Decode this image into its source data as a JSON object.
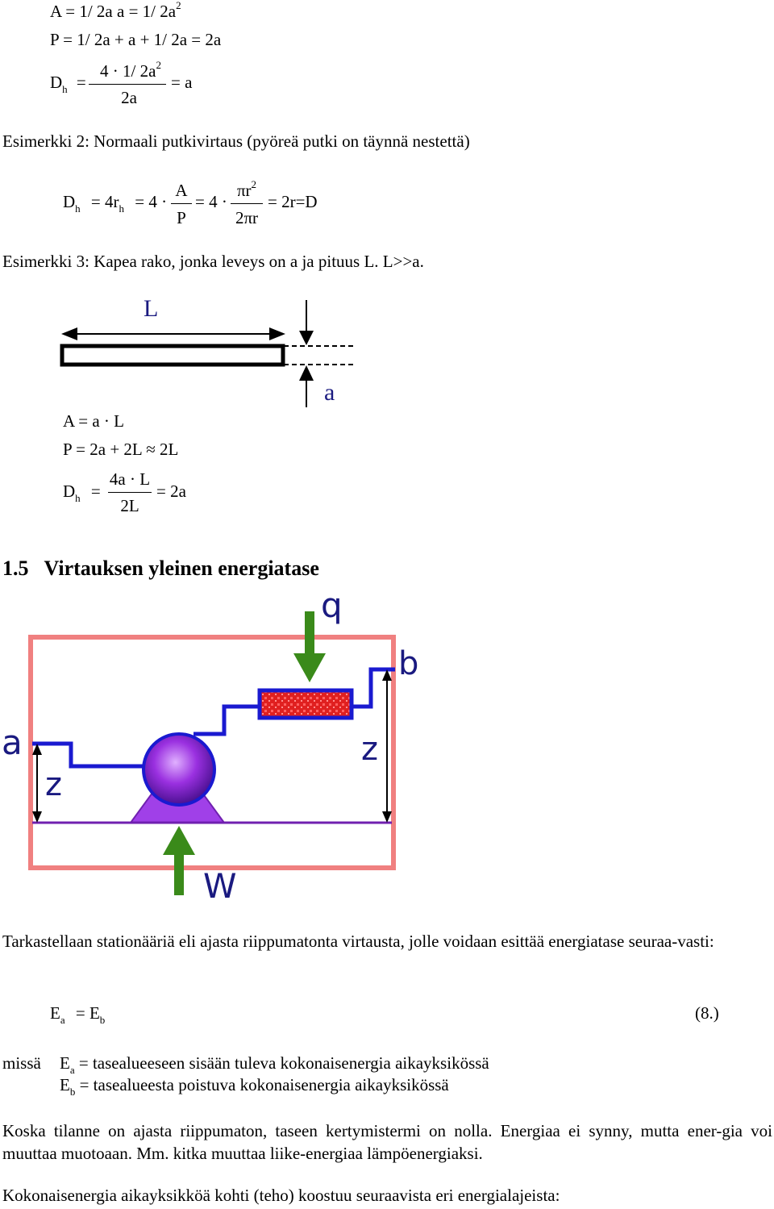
{
  "eq_top": {
    "line1": "A = 1/ 2a  a = 1/ 2a",
    "line1_sup": "2",
    "line2": "P = 1/ 2a + a + 1/ 2a = 2a",
    "dh_label": "D",
    "dh_sub": "h",
    "dh_eq": "=",
    "dh_num": "4 · 1/ 2a",
    "dh_num_sup": "2",
    "dh_den": "2a",
    "dh_res": "= a"
  },
  "example2": {
    "text": "Esimerkki 2: Normaali putkivirtaus (pyöreä putki on täynnä nestettä)",
    "d": "D",
    "d_sub": "h",
    "part1": "= 4r",
    "part1_sub": "h",
    "part2": "= 4 ·",
    "frac1_num": "A",
    "frac1_den": "P",
    "part3": "= 4 ·",
    "frac2_num": "πr",
    "frac2_num_sup": "2",
    "frac2_den": "2πr",
    "result": "= 2r=D"
  },
  "example3": {
    "text": "Esimerkki 3: Kapea rako, jonka leveys on a ja pituus L. L>>a.",
    "label_L": "L",
    "label_a": "a",
    "eq_A": "A = a · L",
    "eq_P": "P = 2a + 2L ≈ 2L",
    "d": "D",
    "d_sub": "h",
    "d_eq": "=",
    "d_num": "4a · L",
    "d_den": "2L",
    "d_res": "= 2a"
  },
  "section": {
    "heading": "1.5   Virtauksen yleinen energiatase"
  },
  "diagram": {
    "label_q": "q",
    "label_b": "b",
    "label_a": "a",
    "label_z_left": "z",
    "label_z_right": "z",
    "label_w": "W"
  },
  "body": {
    "para1": "Tarkastellaan stationääriä eli ajasta riippumatonta virtausta, jolle voidaan esittää energiatase seuraa-vasti:",
    "eq_Ea": "E",
    "eq_Ea_sub": "a",
    "eq_mid": "= E",
    "eq_Eb_sub": "b",
    "eq_num": "(8.)",
    "missa": "missä",
    "def_a_e": "E",
    "def_a_sub": "a",
    "def_a_text": " = tasealueeseen sisään tuleva kokonaisenergia aikayksikössä",
    "def_b_e": "E",
    "def_b_sub": "b",
    "def_b_text": " = tasealueesta poistuva kokonaisenergia aikayksikössä",
    "para2": "Koska tilanne on ajasta riippumaton, taseen kertymistermi on nolla. Energiaa ei synny, mutta ener-gia voi muuttaa muotoaan. Mm. kitka muuttaa liike-energiaa lämpöenergiaksi.",
    "para3": "Kokonaisenergia aikayksikköä kohti (teho) koostuu seuraavista eri energialajeista:"
  },
  "colors": {
    "frame": "#f08080",
    "pipe": "#1a1ad0",
    "arrow": "#3a8a1a",
    "heater": "#e02020",
    "pump": "#8a2be2",
    "label": "#1a1a80"
  }
}
